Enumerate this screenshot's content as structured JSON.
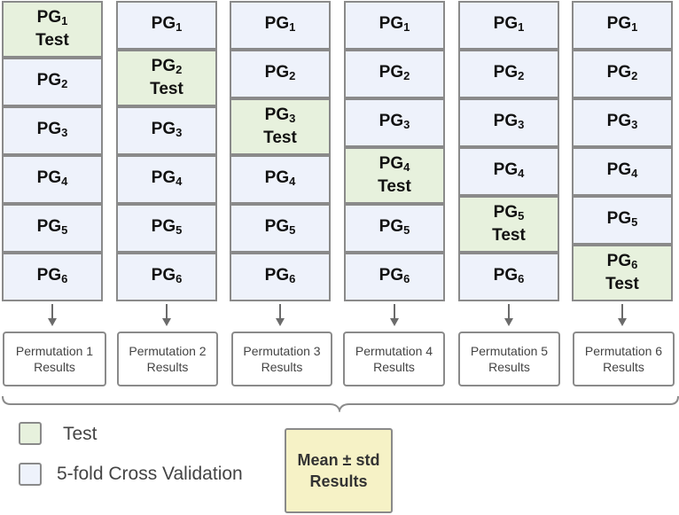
{
  "columns": [
    {
      "cells": [
        {
          "base": "PG",
          "sub": "1",
          "test_label": "Test",
          "is_test": true
        },
        {
          "base": "PG",
          "sub": "2",
          "is_test": false
        },
        {
          "base": "PG",
          "sub": "3",
          "is_test": false
        },
        {
          "base": "PG",
          "sub": "4",
          "is_test": false
        },
        {
          "base": "PG",
          "sub": "5",
          "is_test": false
        },
        {
          "base": "PG",
          "sub": "6",
          "is_test": false
        }
      ],
      "result_label": "Permutation 1 Results"
    },
    {
      "cells": [
        {
          "base": "PG",
          "sub": "1",
          "is_test": false
        },
        {
          "base": "PG",
          "sub": "2",
          "test_label": "Test",
          "is_test": true
        },
        {
          "base": "PG",
          "sub": "3",
          "is_test": false
        },
        {
          "base": "PG",
          "sub": "4",
          "is_test": false
        },
        {
          "base": "PG",
          "sub": "5",
          "is_test": false
        },
        {
          "base": "PG",
          "sub": "6",
          "is_test": false
        }
      ],
      "result_label": "Permutation 2 Results"
    },
    {
      "cells": [
        {
          "base": "PG",
          "sub": "1",
          "is_test": false
        },
        {
          "base": "PG",
          "sub": "2",
          "is_test": false
        },
        {
          "base": "PG",
          "sub": "3",
          "test_label": "Test",
          "is_test": true
        },
        {
          "base": "PG",
          "sub": "4",
          "is_test": false
        },
        {
          "base": "PG",
          "sub": "5",
          "is_test": false
        },
        {
          "base": "PG",
          "sub": "6",
          "is_test": false
        }
      ],
      "result_label": "Permutation 3 Results"
    },
    {
      "cells": [
        {
          "base": "PG",
          "sub": "1",
          "is_test": false
        },
        {
          "base": "PG",
          "sub": "2",
          "is_test": false
        },
        {
          "base": "PG",
          "sub": "3",
          "is_test": false
        },
        {
          "base": "PG",
          "sub": "4",
          "test_label": "Test",
          "is_test": true
        },
        {
          "base": "PG",
          "sub": "5",
          "is_test": false
        },
        {
          "base": "PG",
          "sub": "6",
          "is_test": false
        }
      ],
      "result_label": "Permutation 4 Results"
    },
    {
      "cells": [
        {
          "base": "PG",
          "sub": "1",
          "is_test": false
        },
        {
          "base": "PG",
          "sub": "2",
          "is_test": false
        },
        {
          "base": "PG",
          "sub": "3",
          "is_test": false
        },
        {
          "base": "PG",
          "sub": "4",
          "is_test": false
        },
        {
          "base": "PG",
          "sub": "5",
          "test_label": "Test",
          "is_test": true
        },
        {
          "base": "PG",
          "sub": "6",
          "is_test": false
        }
      ],
      "result_label": "Permutation 5 Results"
    },
    {
      "cells": [
        {
          "base": "PG",
          "sub": "1",
          "is_test": false
        },
        {
          "base": "PG",
          "sub": "2",
          "is_test": false
        },
        {
          "base": "PG",
          "sub": "3",
          "is_test": false
        },
        {
          "base": "PG",
          "sub": "4",
          "is_test": false
        },
        {
          "base": "PG",
          "sub": "5",
          "is_test": false
        },
        {
          "base": "PG",
          "sub": "6",
          "test_label": "Test",
          "is_test": true
        }
      ],
      "result_label": "Permutation 6 Results"
    }
  ],
  "legend": {
    "test_label": "Test",
    "cv_label": "5-fold Cross Validation"
  },
  "summary": {
    "line1": "Mean ± std",
    "line2": "Results"
  },
  "colors": {
    "test": "#e7f1dd",
    "cross_validation": "#eef2fb",
    "summary": "#f6f2c6",
    "border": "#8a8a8a"
  }
}
